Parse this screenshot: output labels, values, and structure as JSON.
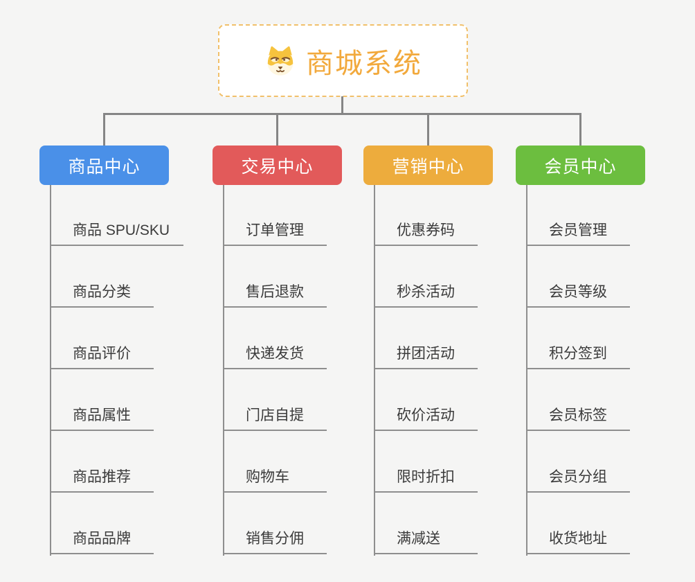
{
  "root": {
    "title": "商城系统",
    "icon": "dog-face-icon",
    "title_color": "#F2A93C",
    "border_color": "#F1C06A"
  },
  "style": {
    "background": "#F5F5F4",
    "connector_color": "#858585",
    "leaf_line_color": "#8E8E8E",
    "leaf_text_color": "#3B3B3B"
  },
  "branches": [
    {
      "label": "商品中心",
      "color": "#4A90E8",
      "items": [
        "商品 SPU/SKU",
        "商品分类",
        "商品评价",
        "商品属性",
        "商品推荐",
        "商品品牌"
      ]
    },
    {
      "label": "交易中心",
      "color": "#E25A5A",
      "items": [
        "订单管理",
        "售后退款",
        "快递发货",
        "门店自提",
        "购物车",
        "销售分佣"
      ]
    },
    {
      "label": "营销中心",
      "color": "#EDAC3D",
      "items": [
        "优惠券码",
        "秒杀活动",
        "拼团活动",
        "砍价活动",
        "限时折扣",
        "满减送"
      ]
    },
    {
      "label": "会员中心",
      "color": "#6CBE3F",
      "items": [
        "会员管理",
        "会员等级",
        "积分签到",
        "会员标签",
        "会员分组",
        "收货地址"
      ]
    }
  ]
}
